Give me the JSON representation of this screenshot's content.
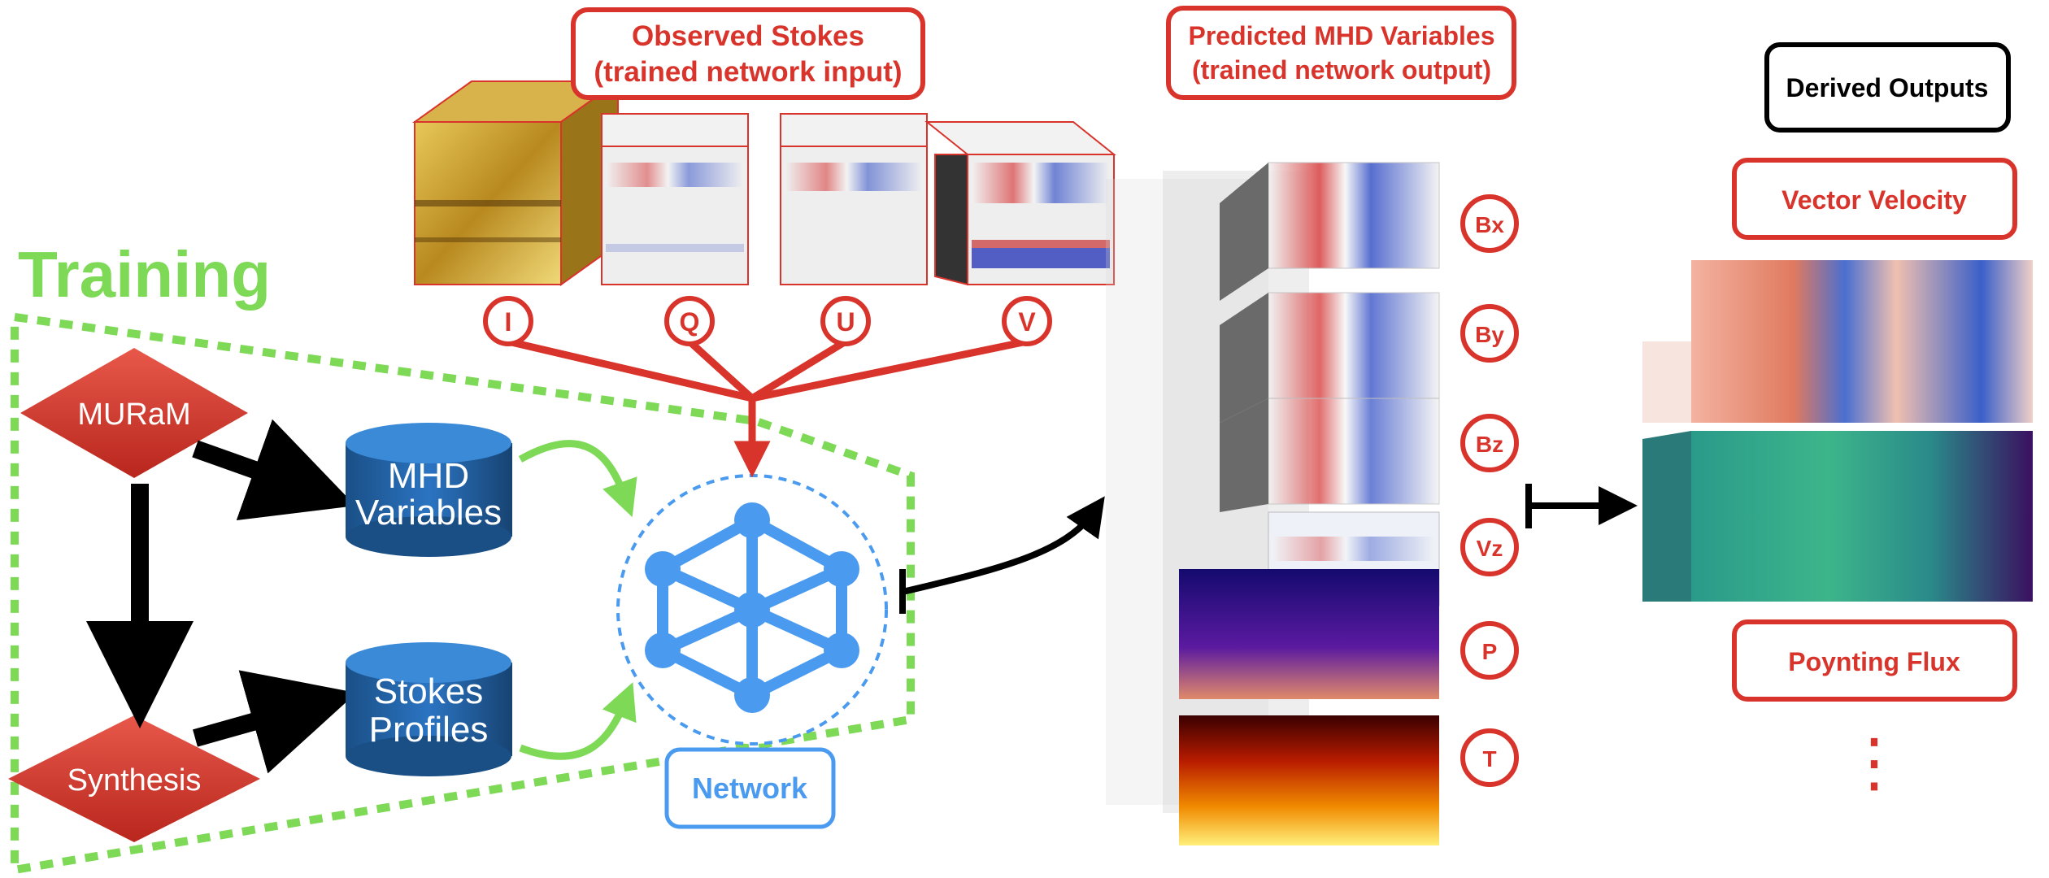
{
  "training": {
    "title": "Training"
  },
  "nodes": {
    "muram": "MURaM",
    "synthesis": "Synthesis",
    "mhd_db": [
      "MHD",
      "Variables"
    ],
    "stokes_db": [
      "Stokes",
      "Profiles"
    ],
    "network": "Network"
  },
  "observed": {
    "title_line1": "Observed Stokes",
    "title_line2": "(trained network input)",
    "params": [
      "I",
      "Q",
      "U",
      "V"
    ]
  },
  "predicted": {
    "title_line1": "Predicted MHD Variables",
    "title_line2": "(trained network output)",
    "vars": [
      "Bx",
      "By",
      "Bz",
      "Vz",
      "P",
      "T"
    ]
  },
  "derived": {
    "title": "Derived Outputs",
    "items": [
      "Vector Velocity",
      "Poynting Flux"
    ],
    "ellipsis": "⋮"
  },
  "colors": {
    "red": "#d9342b",
    "green": "#7ed957",
    "blue": "#4a9bf0",
    "dark_blue": "#1f5c99",
    "black": "#000000"
  }
}
